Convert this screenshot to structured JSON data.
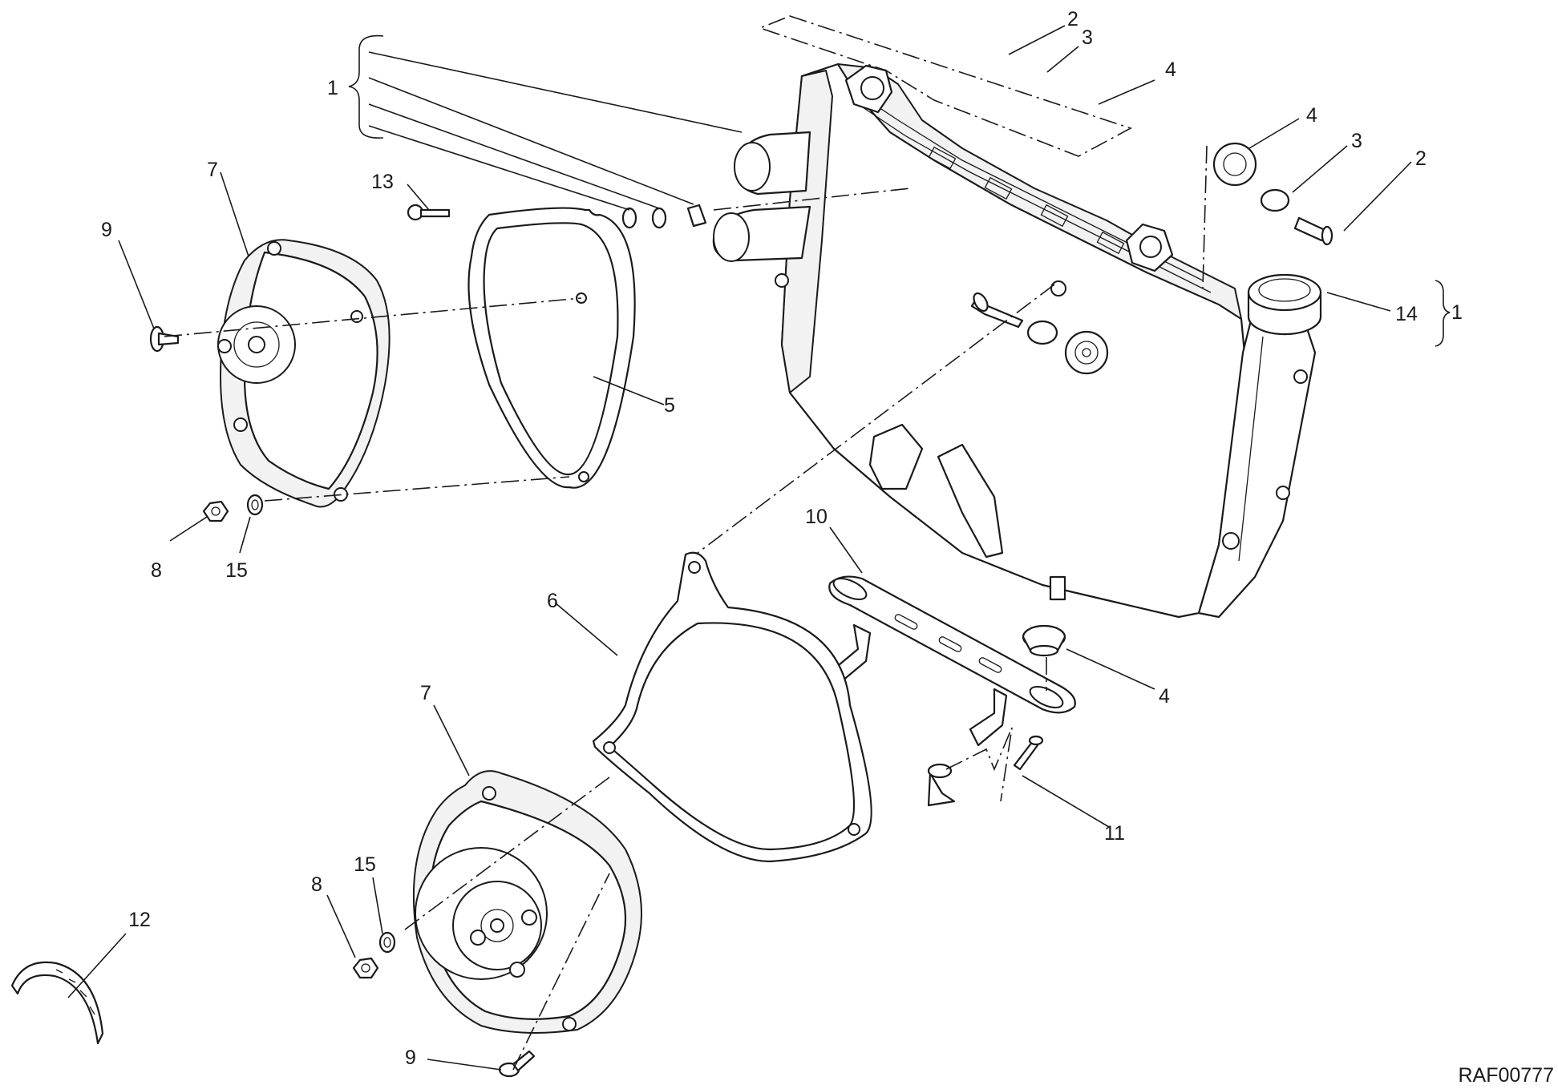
{
  "drawing": {
    "reference_code": "RAF00777",
    "callouts": {
      "c1a": "1",
      "c1b": "1",
      "c2a": "2",
      "c2b": "2",
      "c3a": "3",
      "c3b": "3",
      "c4a": "4",
      "c4b": "4",
      "c4c": "4",
      "c5": "5",
      "c6": "6",
      "c7a": "7",
      "c7b": "7",
      "c8a": "8",
      "c8b": "8",
      "c9a": "9",
      "c9b": "9",
      "c10": "10",
      "c11": "11",
      "c12": "12",
      "c13": "13",
      "c14": "14",
      "c15a": "15",
      "c15b": "15"
    }
  },
  "colors": {
    "line": "#1a1a1a",
    "background": "#ffffff"
  }
}
